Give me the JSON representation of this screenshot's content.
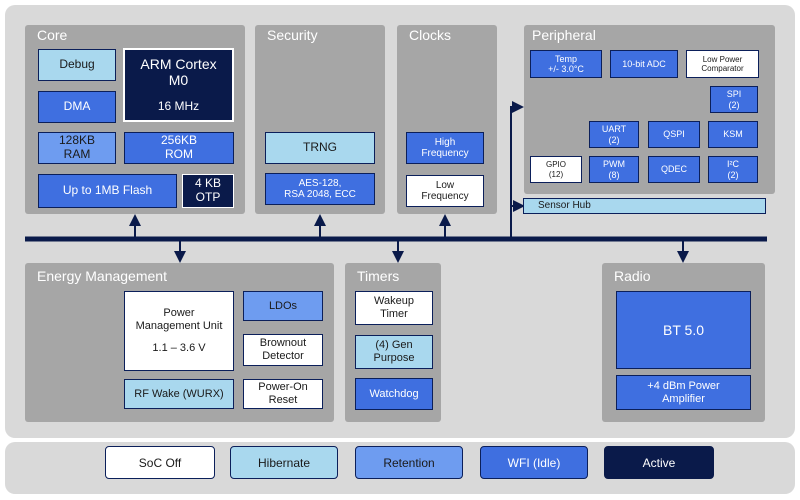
{
  "core": {
    "title": "Core",
    "debug": "Debug",
    "cpu_name": "ARM Cortex\nM0",
    "cpu_freq": "16 MHz",
    "dma": "DMA",
    "ram": "128KB\nRAM",
    "rom": "256KB\nROM",
    "flash": "Up to 1MB Flash",
    "otp": "4 KB\nOTP"
  },
  "security": {
    "title": "Security",
    "trng": "TRNG",
    "aes": "AES-128,\nRSA 2048, ECC"
  },
  "clocks": {
    "title": "Clocks",
    "high": "High\nFrequency",
    "low": "Low\nFrequency"
  },
  "peripheral": {
    "title": "Peripheral",
    "temp": "Temp\n+/- 3.0°C",
    "adc": "10-bit ADC",
    "lpc": "Low Power\nComparator",
    "spi": "SPI\n(2)",
    "uart": "UART\n(2)",
    "qspi": "QSPI",
    "ksm": "KSM",
    "gpio": "GPIO\n(12)",
    "pwm": "PWM\n(8)",
    "qdec": "QDEC",
    "i2c": "I²C\n(2)",
    "sensor_hub": "Sensor Hub"
  },
  "energy": {
    "title": "Energy Management",
    "pmu": "Power\nManagement Unit",
    "pmu_range": "1.1 – 3.6 V",
    "ldos": "LDOs",
    "brownout": "Brownout\nDetector",
    "rfwake": "RF Wake (WURX)",
    "por": "Power-On\nReset"
  },
  "timers": {
    "title": "Timers",
    "wakeup": "Wakeup\nTimer",
    "gp": "(4) Gen\nPurpose",
    "watchdog": "Watchdog"
  },
  "radio": {
    "title": "Radio",
    "bt": "BT 5.0",
    "pa": "+4 dBm Power\nAmplifier"
  },
  "legend": {
    "soc_off": "SoC Off",
    "hibernate": "Hibernate",
    "retention": "Retention",
    "wfi": "WFI (Idle)",
    "active": "Active"
  },
  "colors": {
    "panel": "#a6a6a6",
    "bus": "#0a1a4a",
    "soc_off": "#ffffff",
    "hibernate": "#a9d8ee",
    "retention": "#6e9cf0",
    "wfi": "#3f6fe0",
    "active": "#0a1a4a"
  }
}
